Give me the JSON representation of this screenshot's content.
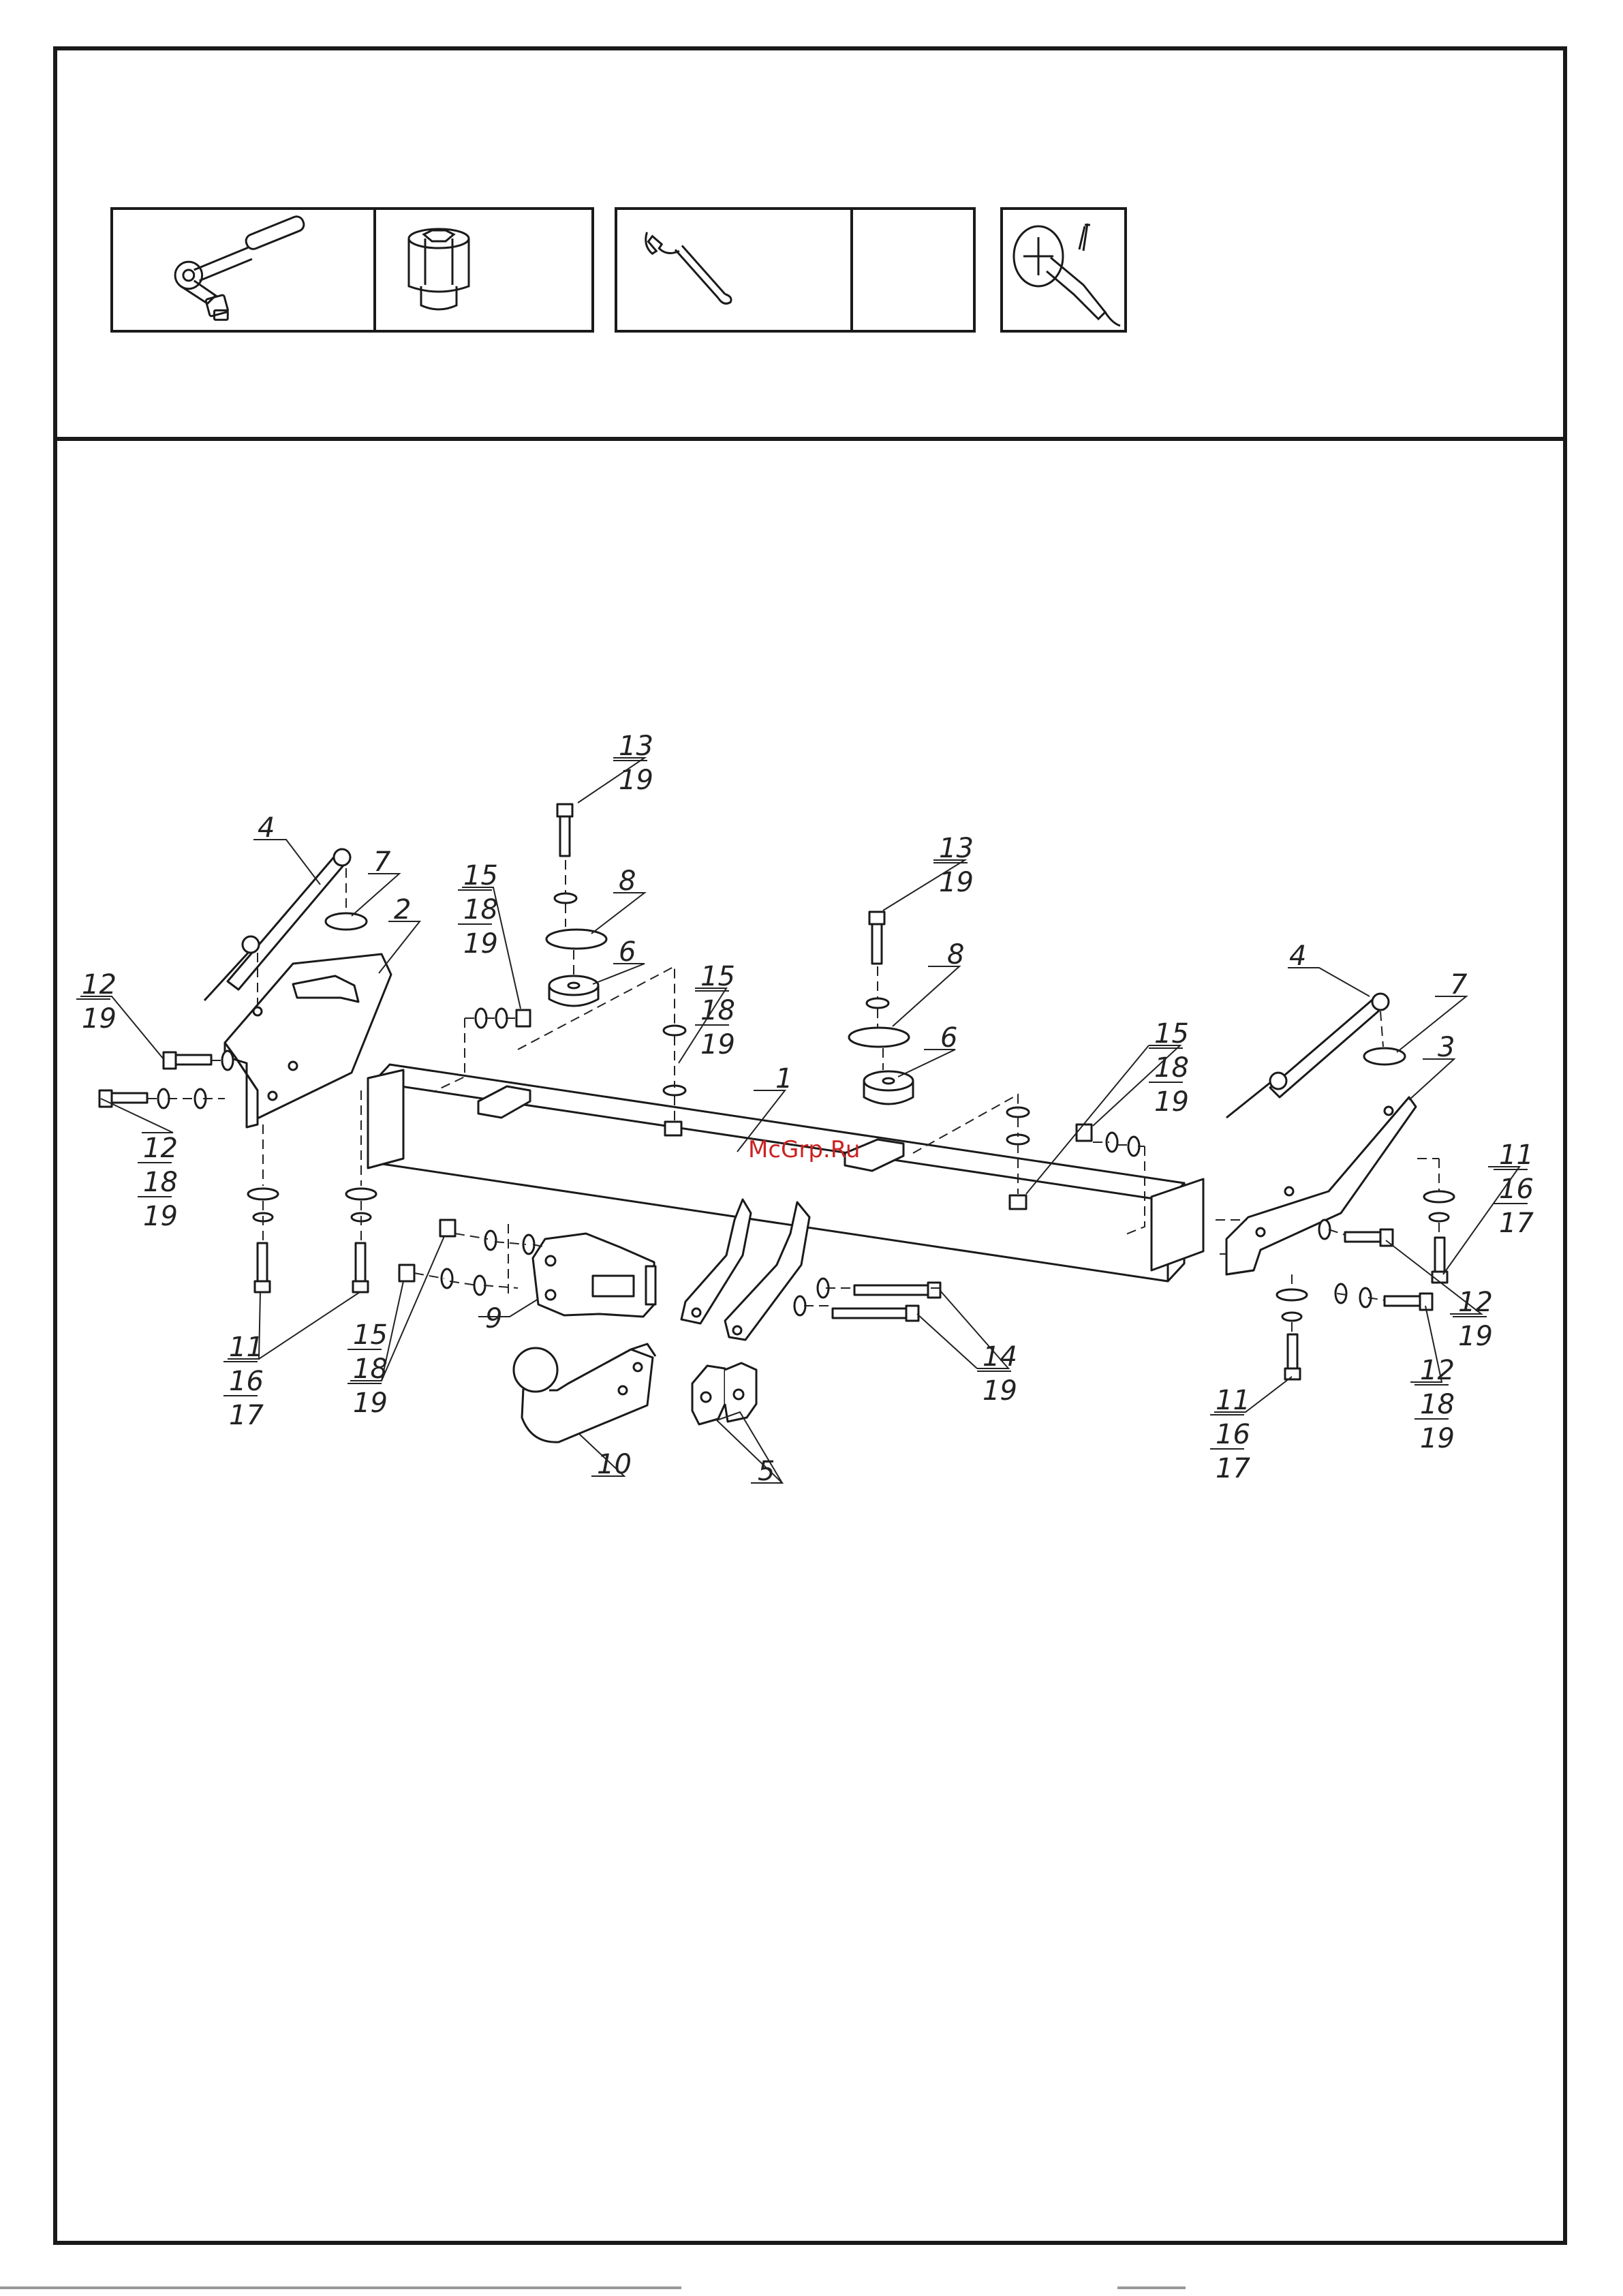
{
  "tools": [
    {
      "id": "ratchet",
      "icon": "ratchet-wrench-icon"
    },
    {
      "id": "socket",
      "icon": "socket-head-icon"
    },
    {
      "id": "spanner",
      "icon": "open-end-wrench-icon"
    },
    {
      "id": "spanner_size",
      "icon": "blank"
    },
    {
      "id": "grinder",
      "icon": "angle-grinder-icon"
    }
  ],
  "watermark": "McGrp.Ru",
  "callouts": {
    "c1": {
      "a": "1"
    },
    "c2": {
      "a": "2"
    },
    "c3": {
      "a": "3"
    },
    "c4l": {
      "a": "4"
    },
    "c4r": {
      "a": "4"
    },
    "c5": {
      "a": "5"
    },
    "c6l": {
      "a": "6"
    },
    "c6r": {
      "a": "6"
    },
    "c7l": {
      "a": "7"
    },
    "c7r": {
      "a": "7"
    },
    "c8l": {
      "a": "8"
    },
    "c8r": {
      "a": "8"
    },
    "c9": {
      "a": "9"
    },
    "c10": {
      "a": "10"
    },
    "c11l": {
      "a": "11",
      "b": "16",
      "c": "17"
    },
    "c11r": {
      "a": "11",
      "b": "16",
      "c": "17"
    },
    "c11rt": {
      "a": "11",
      "b": "16",
      "c": "17"
    },
    "c12la": {
      "a": "12",
      "b": "19"
    },
    "c12lb": {
      "a": "12",
      "b": "18",
      "c": "19"
    },
    "c12ra": {
      "a": "12",
      "b": "19"
    },
    "c12rb": {
      "a": "12",
      "b": "18",
      "c": "19"
    },
    "c13l": {
      "a": "13",
      "b": "19"
    },
    "c13r": {
      "a": "13",
      "b": "19"
    },
    "c14": {
      "a": "14",
      "b": "19"
    },
    "c15a": {
      "a": "15",
      "b": "18",
      "c": "19"
    },
    "c15b": {
      "a": "15",
      "b": "18",
      "c": "19"
    },
    "c15c": {
      "a": "15",
      "b": "18",
      "c": "19"
    },
    "c15d": {
      "a": "15",
      "b": "18",
      "c": "19"
    }
  }
}
